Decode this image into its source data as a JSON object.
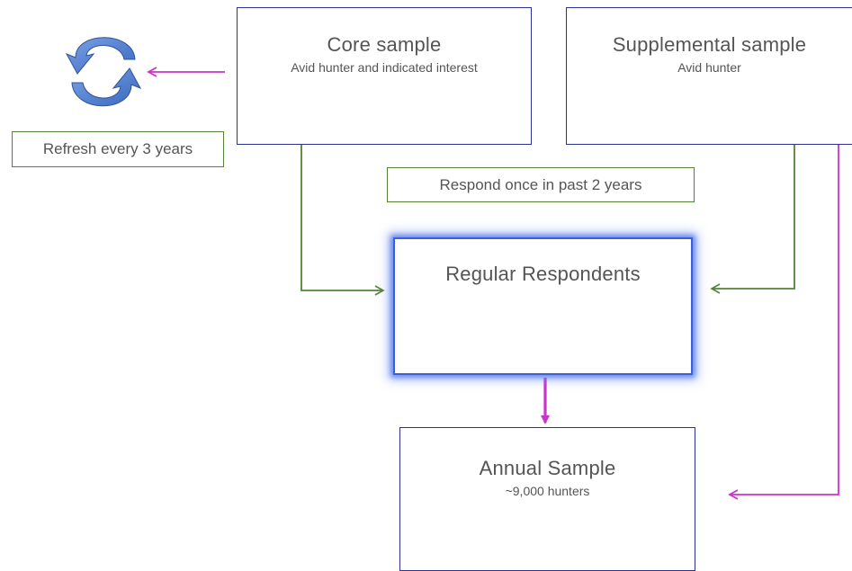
{
  "boxes": {
    "core": {
      "title": "Core sample",
      "subtitle": "Avid hunter and indicated interest"
    },
    "supplemental": {
      "title": "Supplemental sample",
      "subtitle": "Avid hunter"
    },
    "regular": {
      "title": "Regular Respondents"
    },
    "annual": {
      "title": "Annual Sample",
      "subtitle": "~9,000 hunters"
    }
  },
  "labels": {
    "refresh": "Refresh every 3 years",
    "respond": "Respond once in past 2 years"
  },
  "icons": {
    "cycle": "refresh-cycle-icon"
  },
  "colors": {
    "box_border": "#2e3192",
    "green_arrow": "#548235",
    "magenta_arrow": "#cc33cc",
    "glow": "#3e5fd6",
    "cycle_fill": "#4a7bd0"
  }
}
